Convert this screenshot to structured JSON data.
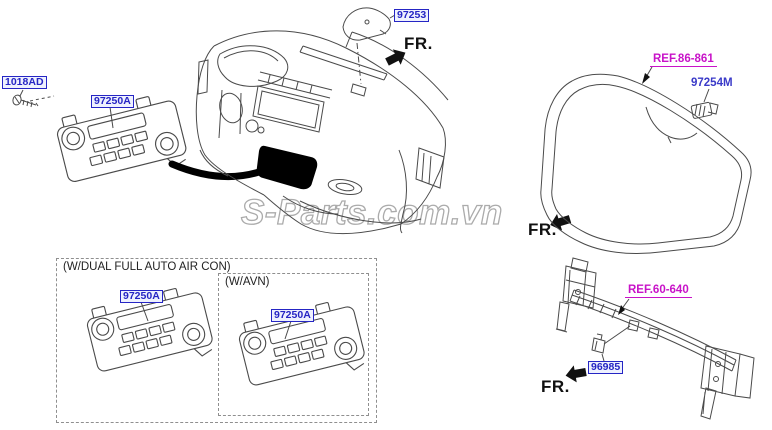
{
  "page": {
    "watermark": "S-Parts.com.vn"
  },
  "labels": {
    "fr": "FR."
  },
  "parts": {
    "screw": "1018AD",
    "heater_control": "97250A",
    "cover_garnish": "97253",
    "sensor_cover": "97254M",
    "windshield_ref": "REF.86-861",
    "crossmember_ref": "REF.60-640",
    "clip": "96985"
  },
  "groups": {
    "dual": {
      "title": "(W/DUAL FULL AUTO AIR CON)",
      "part": "97250A"
    },
    "avn": {
      "title": "(W/AVN)",
      "part": "97250A"
    }
  },
  "colors": {
    "part_label_blue": "#2525c4",
    "ref_label_magenta": "#c813c8",
    "line_art": "#4a4a4a",
    "watermark_outline": "#ababab"
  }
}
